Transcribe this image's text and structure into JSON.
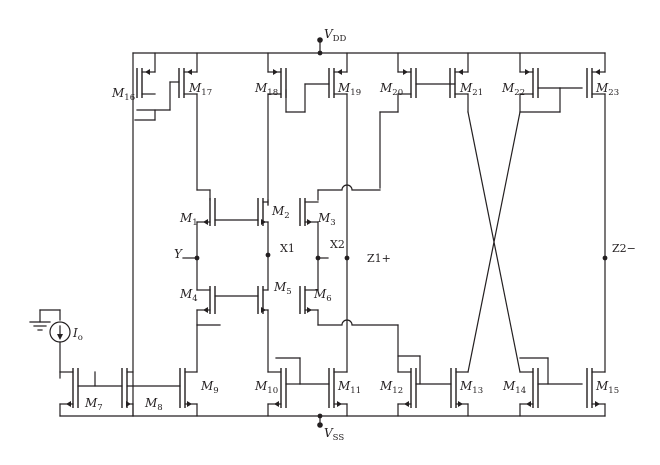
{
  "rails": {
    "vdd": {
      "main": "V",
      "sub": "DD"
    },
    "vss": {
      "main": "V",
      "sub": "SS"
    }
  },
  "nodes": {
    "y": "Y",
    "x1": "X1",
    "x2": "X2",
    "z1": "Z1+",
    "z2": "Z2−"
  },
  "current_source": {
    "main": "I",
    "sub": "o"
  },
  "transistors": {
    "m1": {
      "main": "M",
      "sub": "1"
    },
    "m2": {
      "main": "M",
      "sub": "2"
    },
    "m3": {
      "main": "M",
      "sub": "3"
    },
    "m4": {
      "main": "M",
      "sub": "4"
    },
    "m5": {
      "main": "M",
      "sub": "5"
    },
    "m6": {
      "main": "M",
      "sub": "6"
    },
    "m7": {
      "main": "M",
      "sub": "7"
    },
    "m8": {
      "main": "M",
      "sub": "8"
    },
    "m9": {
      "main": "M",
      "sub": "9"
    },
    "m10": {
      "main": "M",
      "sub": "10"
    },
    "m11": {
      "main": "M",
      "sub": "11"
    },
    "m12": {
      "main": "M",
      "sub": "12"
    },
    "m13": {
      "main": "M",
      "sub": "13"
    },
    "m14": {
      "main": "M",
      "sub": "14"
    },
    "m15": {
      "main": "M",
      "sub": "15"
    },
    "m16": {
      "main": "M",
      "sub": "16"
    },
    "m17": {
      "main": "M",
      "sub": "17"
    },
    "m18": {
      "main": "M",
      "sub": "18"
    },
    "m19": {
      "main": "M",
      "sub": "19"
    },
    "m20": {
      "main": "M",
      "sub": "20"
    },
    "m21": {
      "main": "M",
      "sub": "21"
    },
    "m22": {
      "main": "M",
      "sub": "22"
    },
    "m23": {
      "main": "M",
      "sub": "23"
    }
  }
}
